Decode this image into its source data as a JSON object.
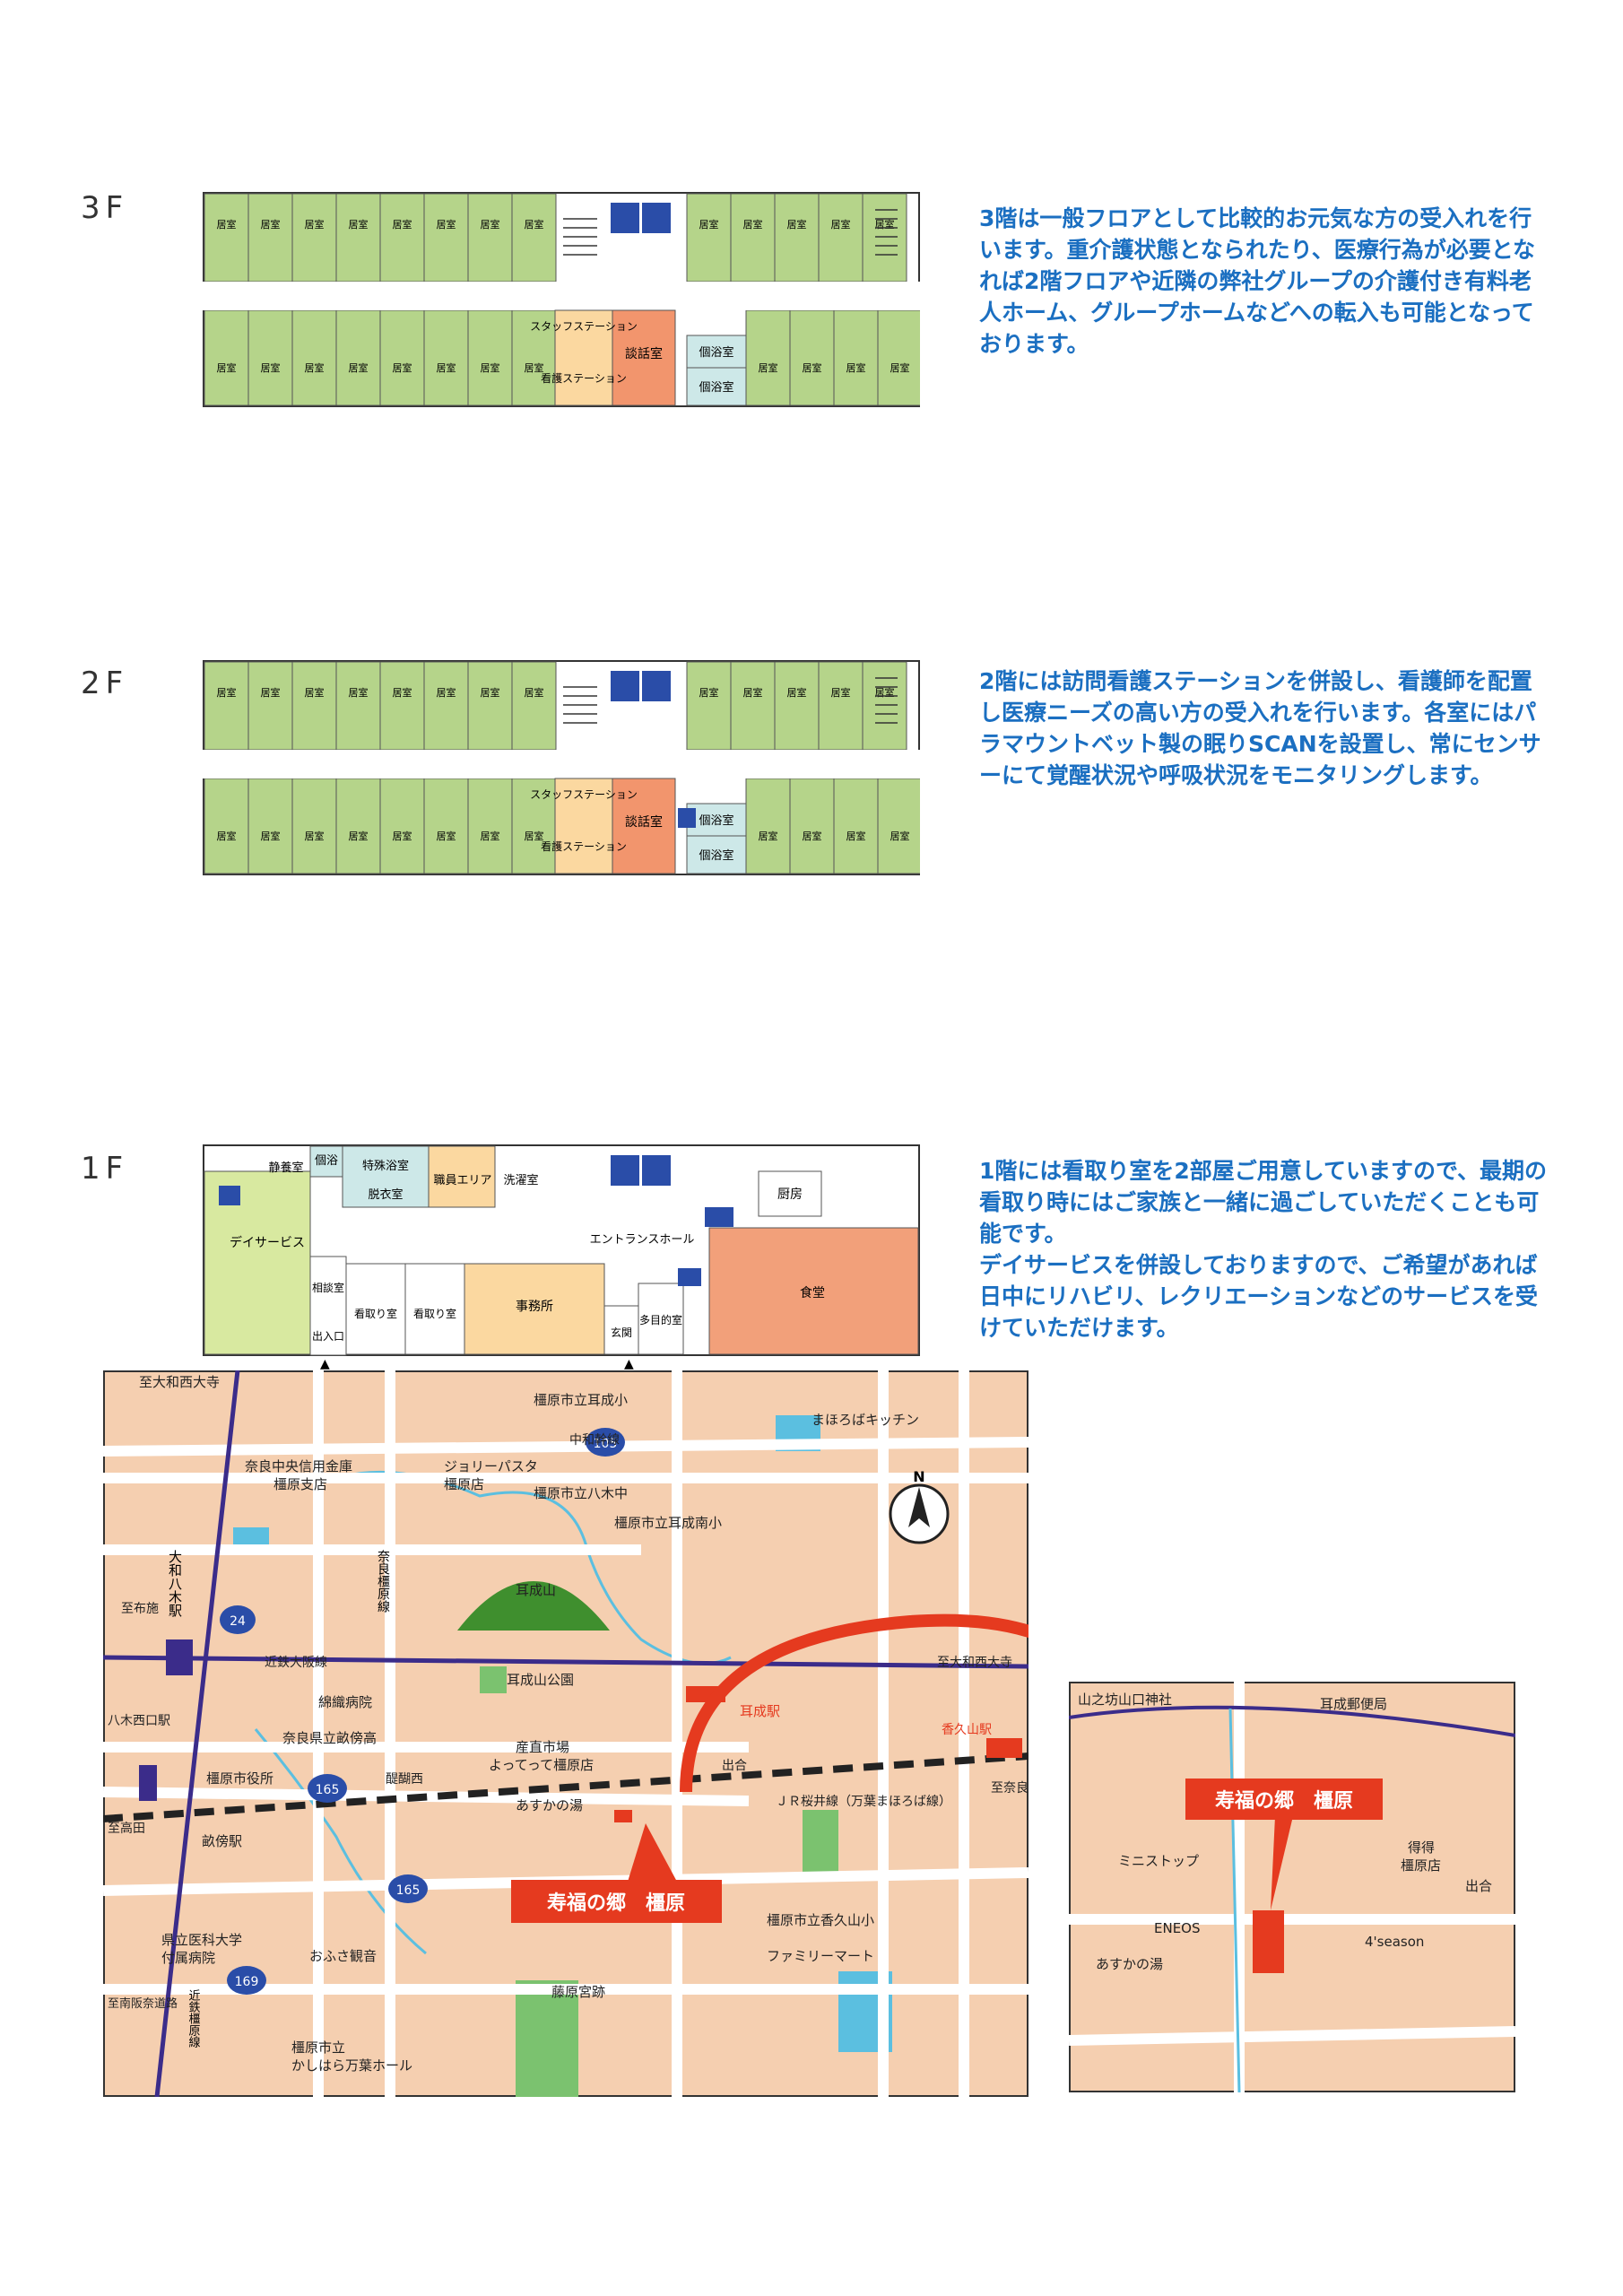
{
  "floors": [
    {
      "label": "3F",
      "desc": "3階は一般フロアとして比較的お元気な方の受入れを行います。重介護状態となられたり、医療行為が必要となれば2階フロアや近隣の弊社グループの介護付き有料老人ホーム、グループホームなどへの転入も可能となっております。",
      "rooms": {
        "room": "居室",
        "staff": "スタッフステーション",
        "nurse": "看護ステーション",
        "talk": "談話室",
        "bath": "個浴室"
      }
    },
    {
      "label": "2F",
      "desc": "2階には訪問看護ステーションを併設し、看護師を配置し医療ニーズの高い方の受入れを行います。各室にはパラマウントベット製の眠りSCANを設置し、常にセンサーにて覚醒状況や呼吸状況をモニタリングします。",
      "rooms": {
        "room": "居室",
        "staff": "スタッフステーション",
        "nurse": "看護ステーション",
        "talk": "談話室",
        "bath": "個浴室"
      }
    },
    {
      "label": "1F",
      "desc_lines": [
        "1階には看取り室を2部屋ご用意していますので、最期の看取り時にはご家族と一緒に過ごしていただくことも可能です。",
        "デイサービスを併設しておりますので、ご希望があれば日中にリハビリ、レクリエーションなどのサービスを受けていただけます。"
      ],
      "rooms": {
        "shizuyou": "静養室",
        "kobath": "個浴",
        "special_bath": "特殊浴室",
        "changing": "脱衣室",
        "staff_area": "職員エリア",
        "laundry": "洗濯室",
        "kitchen": "厨房",
        "day_service": "デイサービス",
        "entrance_hall": "エントランスホール",
        "consult": "相談室",
        "exit": "出入口",
        "mitori": "看取り室",
        "office": "事務所",
        "genkan": "玄関",
        "multi": "多目的室",
        "dining": "食堂"
      }
    }
  ],
  "map": {
    "labels": {
      "yamato_saidaiji_n": "至大和西大寺",
      "mimanashi_elem": "橿原市立耳成小",
      "mahoroba": "まほろばキッチン",
      "chuwa": "中和幹線",
      "r105": "105",
      "shinkin": "奈良中央信用金庫",
      "shinkin2": "橿原支店",
      "jolly": "ジョリーパスタ",
      "jolly2": "橿原店",
      "yagi_jhs": "橿原市立八木中",
      "mimanashi_s": "橿原市立耳成南小",
      "north": "N",
      "kashihara_line": "奈良橿原線",
      "mimanashi_mt": "耳成山",
      "yamato_yagi": "大和八木駅",
      "to_fuse": "至布施",
      "r24": "24",
      "kintetsu_osaka": "近鉄大阪線",
      "to_saidaiji_e": "至大和西大寺",
      "mimanashi_park": "耳成山公園",
      "menori": "綿織病院",
      "mimanashi_sta": "耳成駅",
      "kaguyama_sta": "香久山駅",
      "yagi_nishi": "八木西口駅",
      "unebi_hs": "奈良県立畝傍高",
      "sanchoku": "産直市場",
      "yottette": "よってって橿原店",
      "deai": "出合",
      "to_nara": "至奈良",
      "city_hall": "橿原市役所",
      "r165": "165",
      "daigo": "醍醐西",
      "asuka": "あすかの湯",
      "jr": "ＪＲ桜井線（万葉まほろば線）",
      "to_takada": "至高田",
      "unebi_sta": "畝傍駅",
      "r165b": "165",
      "facility": "寿福の郷　橿原",
      "kaguyama_elem": "橿原市立香久山小",
      "familymart": "ファミリーマート",
      "medical": "県立医科大学",
      "medical2": "付属病院",
      "ofusa": "おふさ観音",
      "r169": "169",
      "fujiwara": "藤原宮跡",
      "to_minami": "至南阪奈道路",
      "kintetsu_kashihara": "近鉄橿原線",
      "kashihara_hall": "橿原市立",
      "kashihara_hall2": "かしはら万葉ホール"
    },
    "inset": {
      "yamanobo": "山之坊山口神社",
      "post": "耳成郵便局",
      "facility": "寿福の郷　橿原",
      "mini": "ミニストップ",
      "tokutoku": "得得",
      "tokutoku2": "橿原店",
      "deai": "出合",
      "eneos": "ENEOS",
      "fourseason": "4'season",
      "asuka": "あすかの湯"
    }
  },
  "colors": {
    "room": "#b5d48a",
    "staff": "#fbd8a0",
    "talk": "#f2956d",
    "bath": "#cde8e8",
    "map_bg": "#f5cfb0",
    "road": "#ffffff",
    "rail_kintetsu": "#3b2c8a",
    "water": "#5bbfe0",
    "accent": "#e53a1f",
    "text_blue": "#1b6fc1"
  }
}
